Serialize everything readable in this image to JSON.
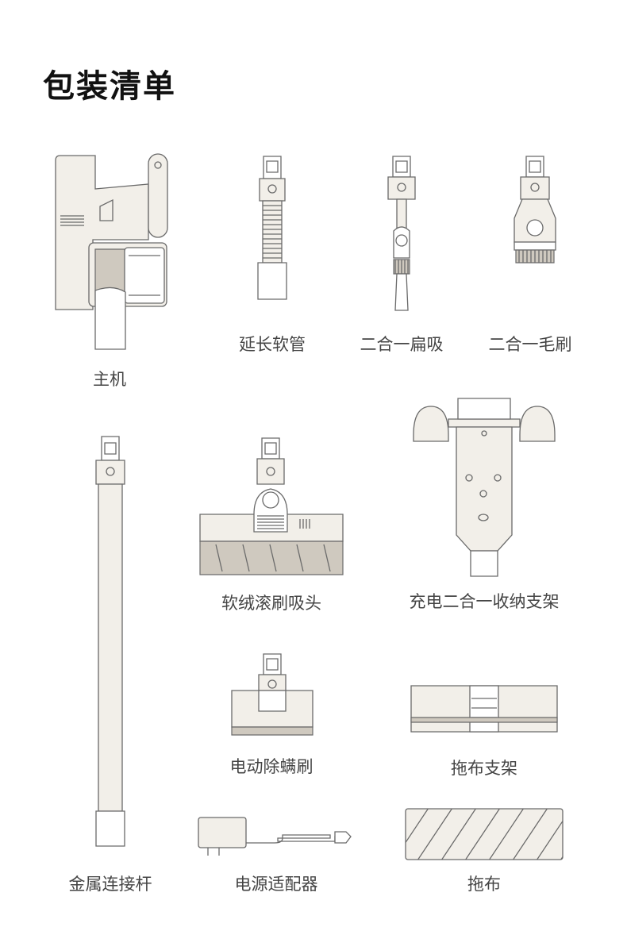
{
  "title": "包装清单",
  "items": {
    "main_unit": "主机",
    "extension_hose": "延长软管",
    "crevice_tool": "二合一扁吸",
    "brush_tool": "二合一毛刷",
    "metal_rod": "金属连接杆",
    "roller_head": "软绒滚刷吸头",
    "charging_stand": "充电二合一收纳支架",
    "mite_brush": "电动除螨刷",
    "mop_bracket": "拖布支架",
    "power_adapter": "电源适配器",
    "mop": "拖布"
  }
}
